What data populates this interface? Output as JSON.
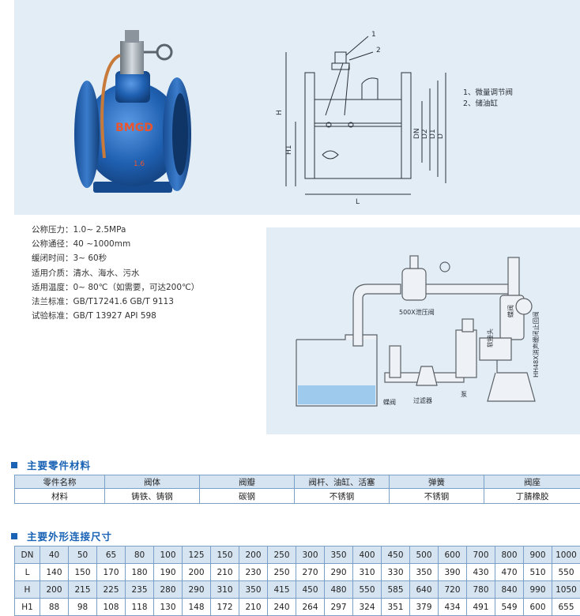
{
  "valve_photo": {
    "brand": "BMGD",
    "body_mark": "1.6",
    "colors": {
      "body": "#1f5fb0",
      "body_light": "#4a8ad6",
      "pipe": "#c87a3a",
      "bonnet": "#9aa3ab"
    }
  },
  "drawing": {
    "callout_1": "1",
    "callout_2": "2",
    "dim_h": "H",
    "dim_h1": "H1",
    "dim_l": "L",
    "dim_dn": "DN",
    "dim_d2": "D2",
    "dim_d1": "D1",
    "dim_d": "D",
    "legend_1": "1、微量调节阀",
    "legend_2": "2、储油缸"
  },
  "specs": [
    {
      "label": "公称压力：",
      "value": "1.0~ 2.5MPa"
    },
    {
      "label": "公称通径：",
      "value": "40 ~1000mm"
    },
    {
      "label": "缓闭时间：",
      "value": "3~ 60秒"
    },
    {
      "label": "适用介质：",
      "value": "清水、海水、污水"
    },
    {
      "label": "适用温度：",
      "value": "0~ 80℃（如需要，可达200℃）"
    },
    {
      "label": "法兰标准：",
      "value": "GB/T17241.6  GB/T 9113"
    },
    {
      "label": "试验标准：",
      "value": "GB/T 13927  API 598"
    }
  ],
  "install": {
    "relief_valve": "500X泄压阀",
    "check_valve": "HH48X消声缓闭止回阀",
    "gate_valve": "蝶阀",
    "gate_valve_2": "蝶阀",
    "filter": "过滤器",
    "pump": "泵",
    "joint": "软接头",
    "colors": {
      "pipe": "#eef2f6",
      "pipe_stroke": "#5a6066",
      "water": "#6fb3e8"
    }
  },
  "materials": {
    "title": "主要零件材料",
    "header": [
      "零件名称",
      "阀体",
      "阀瓣",
      "阀杆、油缸、活塞",
      "弹簧",
      "阀座"
    ],
    "row": [
      "材料",
      "铸铁、铸钢",
      "碳钢",
      "不锈钢",
      "不锈钢",
      "丁腈橡胶"
    ]
  },
  "dimensions": {
    "title": "主要外形连接尺寸",
    "rows": [
      [
        "DN",
        "40",
        "50",
        "65",
        "80",
        "100",
        "125",
        "150",
        "200",
        "250",
        "300",
        "350",
        "400",
        "450",
        "500",
        "600",
        "700",
        "800",
        "900",
        "1000"
      ],
      [
        "L",
        "140",
        "150",
        "170",
        "180",
        "190",
        "200",
        "210",
        "230",
        "250",
        "270",
        "290",
        "310",
        "330",
        "350",
        "390",
        "430",
        "470",
        "510",
        "550"
      ],
      [
        "H",
        "200",
        "215",
        "225",
        "235",
        "280",
        "290",
        "310",
        "350",
        "415",
        "450",
        "480",
        "550",
        "585",
        "640",
        "720",
        "780",
        "840",
        "990",
        "1050"
      ],
      [
        "H1",
        "88",
        "98",
        "108",
        "118",
        "130",
        "148",
        "172",
        "210",
        "240",
        "264",
        "297",
        "324",
        "351",
        "379",
        "434",
        "491",
        "549",
        "600",
        "655"
      ]
    ]
  },
  "accent_color": "#1a63b5"
}
